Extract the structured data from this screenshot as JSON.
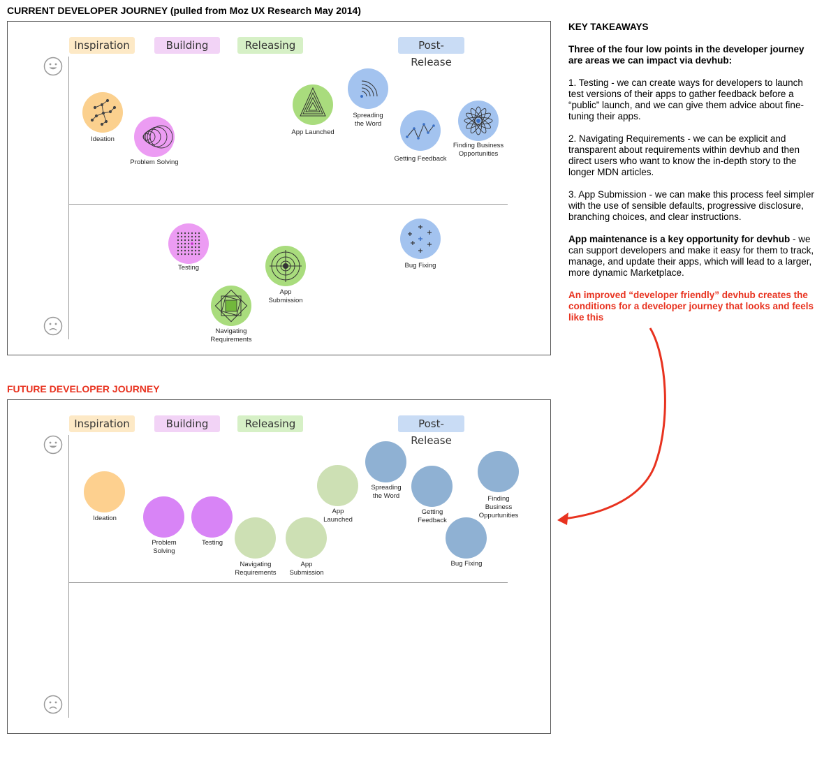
{
  "current": {
    "title": "CURRENT DEVELOPER JOURNEY (pulled from Moz UX Research May 2014)",
    "phases": [
      {
        "label": "Inspiration",
        "color": "#fde9c6"
      },
      {
        "label": "Building",
        "color": "#f2d3f6"
      },
      {
        "label": "Releasing",
        "color": "#d6f0c6"
      },
      {
        "label": "Post-Release",
        "color": "#c9dcf5"
      }
    ],
    "nodes": [
      {
        "label": "Ideation",
        "icon": "network-icon"
      },
      {
        "label": "Problem Solving",
        "icon": "circles-icon"
      },
      {
        "label": "Testing",
        "icon": "dot-grid-icon"
      },
      {
        "label": "Navigating\nRequirements",
        "icon": "nested-squares-icon"
      },
      {
        "label": "App\nSubmission",
        "icon": "target-icon"
      },
      {
        "label": "App Launched",
        "icon": "triangles-icon"
      },
      {
        "label": "Spreading\nthe Word",
        "icon": "signal-icon"
      },
      {
        "label": "Getting Feedback",
        "icon": "zigzag-icon"
      },
      {
        "label": "Finding Business\nOpportunities",
        "icon": "flower-icon"
      },
      {
        "label": "Bug Fixing",
        "icon": "crosses-icon"
      }
    ]
  },
  "future": {
    "title": "FUTURE DEVELOPER JOURNEY",
    "phases": [
      {
        "label": "Inspiration",
        "color": "#fde9c6"
      },
      {
        "label": "Building",
        "color": "#f2d3f6"
      },
      {
        "label": "Releasing",
        "color": "#d6f0c6"
      },
      {
        "label": "Post-Release",
        "color": "#c9dcf5"
      }
    ],
    "nodes": [
      {
        "label": "Ideation"
      },
      {
        "label": "Problem\nSolving"
      },
      {
        "label": "Testing"
      },
      {
        "label": "Navigating\nRequirements"
      },
      {
        "label": "App\nSubmission"
      },
      {
        "label": "App\nLaunched"
      },
      {
        "label": "Spreading\nthe Word"
      },
      {
        "label": "Getting\nFeedback"
      },
      {
        "label": "Bug Fixing"
      },
      {
        "label": "Finding\nBusiness\nOppurtunities"
      }
    ]
  },
  "takeaways": {
    "heading": "KEY TAKEAWAYS",
    "intro": "Three of the four low points in the developer journey are areas we can impact via devhub:",
    "point1": "1. Testing - we can create ways for developers to launch test versions of their apps to gather feedback before a “public” launch, and we can give them advice about fine-tuning their apps.",
    "point2": "2. Navigating Requirements - we can be explicit and transparent about requirements within devhub and then direct users who want to know the in-depth story to the longer MDN articles.",
    "point3": "3. App Submission - we can make this process feel simpler with the use of sensible defaults, progressive disclosure, branching choices, and clear instructions.",
    "maintenance_bold": "App maintenance is a key opportunity for devhub",
    "maintenance_rest": " - we can support developers and make it easy for them to track, manage, and update their apps, which will lead to a larger, more dynamic Marketplace.",
    "conclusion": "An improved “developer friendly” devhub creates the conditions for a developer journey that looks and feels like this"
  },
  "colors": {
    "inspiration": "#fdd08f",
    "building": "#d884f6",
    "releasing": "#cde0b4",
    "post_release": "#8fb1d3",
    "current_inspiration": "#fbd08e",
    "current_building": "#ec9cf3",
    "current_releasing": "#a9dc7d",
    "current_post_release": "#a3c3ef",
    "accent_red": "#e8321f"
  }
}
